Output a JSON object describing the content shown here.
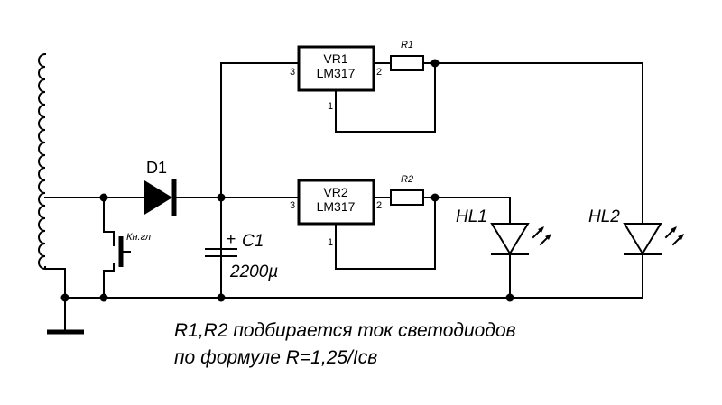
{
  "components": {
    "d1": {
      "label": "D1"
    },
    "c1": {
      "label": "C1",
      "value": "2200µ",
      "polarity": "+"
    },
    "switch": {
      "label": "Кн.гл"
    },
    "vr1": {
      "name": "VR1",
      "part": "LM317",
      "pin_in": "3",
      "pin_out": "2",
      "pin_adj": "1"
    },
    "vr2": {
      "name": "VR2",
      "part": "LM317",
      "pin_in": "3",
      "pin_out": "2",
      "pin_adj": "1"
    },
    "r1": {
      "label": "R1"
    },
    "r2": {
      "label": "R2"
    },
    "hl1": {
      "label": "HL1"
    },
    "hl2": {
      "label": "HL2"
    }
  },
  "note": {
    "line1": "R1,R2 подбирается ток светодиодов",
    "line2": "по формуле R=1,25/Iсв"
  }
}
